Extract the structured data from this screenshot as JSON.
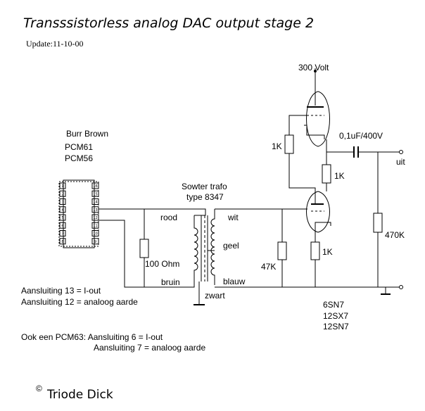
{
  "title": "Transssistorless analog DAC output stage 2",
  "update": "Update:11-10-00",
  "chip": {
    "brand": "Burr Brown",
    "models": [
      "PCM61",
      "PCM56"
    ],
    "pins_left": [
      "1",
      "2",
      "3",
      "4",
      "5",
      "6",
      "7",
      "8"
    ],
    "pins_right": [
      "16",
      "15",
      "14",
      "13",
      "12",
      "11",
      "10",
      "9"
    ]
  },
  "trafo": {
    "name": "Sowter trafo",
    "type": "type 8347",
    "primary_top": "rood",
    "primary_bottom": "bruin",
    "secondary_top": "wit",
    "secondary_center": "geel",
    "secondary_bottom": "blauw",
    "core": "zwart"
  },
  "components": {
    "r_primary": "100 Ohm",
    "r_secondary": "47K",
    "r_cathode": "1K",
    "r_grid": "1K",
    "r_mid": "1K",
    "r_load": "470K",
    "cap": "0,1uF/400V",
    "supply": "300 Volt",
    "output": "uit"
  },
  "tubes": [
    "6SN7",
    "12SX7",
    "12SN7"
  ],
  "notes": {
    "line1": "Aansluiting 13 = I-out",
    "line2": "Aansluiting 12 = analoog aarde",
    "pcm63_a": "Ook een PCM63:  Aansluiting 6 = I-out",
    "pcm63_b": "Aansluiting 7 = analoog aarde"
  },
  "copyright": {
    "symbol": "©",
    "author": "Triode Dick"
  }
}
